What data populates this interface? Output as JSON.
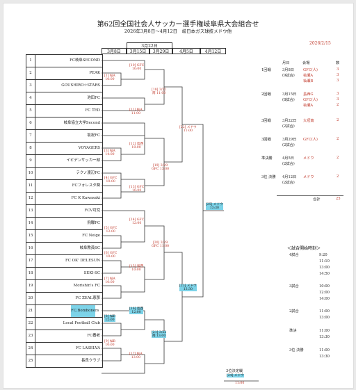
{
  "header": {
    "title": "第62回全国社会人サッカー選手権岐阜県大会組合せ",
    "subtitle": "2026年3月8日～4月12日　岐日本ガス球技メドウ他",
    "date": "2026/2/15"
  },
  "columns": {
    "group_top": "3月22日",
    "dates": [
      "3月8日",
      "3月15日",
      "3月29日",
      "4月5日",
      "4月12日"
    ]
  },
  "teams": [
    {
      "num": "1",
      "name": "FC岐阜SECOND"
    },
    {
      "num": "2",
      "name": "PEAK"
    },
    {
      "num": "3",
      "name": "GOUSHIRO☆STARS"
    },
    {
      "num": "4",
      "name": "池田FC"
    },
    {
      "num": "5",
      "name": "FC TED"
    },
    {
      "num": "6",
      "name": "岐阜協立大学Second"
    },
    {
      "num": "7",
      "name": "坂祝FC"
    },
    {
      "num": "8",
      "name": "VOYAGERS"
    },
    {
      "num": "9",
      "name": "イビデンサッカー部"
    },
    {
      "num": "10",
      "name": "テクノ渡辺FC"
    },
    {
      "num": "11",
      "name": "FCフォレスタ関"
    },
    {
      "num": "12",
      "name": "FC K Kawasaki"
    },
    {
      "num": "13",
      "name": "FCV可児"
    },
    {
      "num": "14",
      "name": "飛騨FC"
    },
    {
      "num": "15",
      "name": "FC Neige"
    },
    {
      "num": "16",
      "name": "岐阜教員SC"
    },
    {
      "num": "17",
      "name": "FC OK' DELESUN"
    },
    {
      "num": "18",
      "name": "SEKI-SC"
    },
    {
      "num": "19",
      "name": "Morishin's FC"
    },
    {
      "num": "20",
      "name": "FC ZEAL恵那"
    },
    {
      "num": "21",
      "name": "FC.Bomboners"
    },
    {
      "num": "22",
      "name": "Local Football Club"
    },
    {
      "num": "23",
      "name": "FC養老"
    },
    {
      "num": "24",
      "name": "FC LASELVA"
    },
    {
      "num": "25",
      "name": "長良クラブ"
    }
  ],
  "matches": {
    "m1": {
      "code": "[1] 杣A",
      "time": "10:00"
    },
    "m2": {
      "code": "[2] 杣A",
      "time": "12:00"
    },
    "m3": {
      "code": "[3] 杣A",
      "time": "14:00"
    },
    "m4": {
      "code": "[4] GFC",
      "time": "10:00"
    },
    "m5": {
      "code": "[5] GFC",
      "time": "12:00"
    },
    "m6": {
      "code": "[6] GFC",
      "time": "10:00"
    },
    "m7": {
      "code": "[7] 杣A",
      "time": "10:00"
    },
    "m8": {
      "code": "[8] 杣B",
      "time": "12:00"
    },
    "m9": {
      "code": "[9] 杣B",
      "time": "10:00"
    },
    "m10": {
      "code": "[10] GFC",
      "time": "10:00"
    },
    "m11": {
      "code": "[11] 杣A",
      "time": "11:00"
    },
    "m12": {
      "code": "[12] 島西",
      "time": "10:00"
    },
    "m13": {
      "code": "[13] GFC",
      "time": "10:00"
    },
    "m14": {
      "code": "[14] GFC",
      "time": "12:00"
    },
    "m15": {
      "code": "[15] 島西",
      "time": "10:00"
    },
    "m16": {
      "code": "[16] 島西",
      "time": "12:00"
    },
    "m17": {
      "code": "[17] 杣A",
      "time": "13:00"
    },
    "m18": {
      "code": "[18] 3/22",
      "time": "南 11:00"
    },
    "m19": {
      "code": "[19] 3/29",
      "time": "GFC 13:00"
    },
    "m20": {
      "code": "[20] 3/29",
      "time": "GFC 11:00"
    },
    "m21": {
      "code": "[21] 3/22",
      "time": "南 13:00"
    },
    "m22": {
      "code": "[22] メドウ",
      "time": "11:00"
    },
    "m23": {
      "code": "[23] メドウ",
      "time": "13:30"
    },
    "m25": {
      "code": "[25] メドウ",
      "time": "13:30"
    },
    "third": {
      "title": "3位決定戦",
      "code": "[24] メドウ",
      "time": "11:00"
    }
  },
  "schedule": {
    "headers": [
      "月日",
      "会場",
      "数"
    ],
    "rows": [
      {
        "round": "1回戦",
        "date": "3月8日",
        "count_games": "(9試合)",
        "venues": [
          "GFC(人)",
          "杣瀬A",
          "杣瀬B"
        ],
        "nums": [
          "3",
          "3",
          "3"
        ]
      },
      {
        "round": "2回戦",
        "date": "3月15日",
        "count_games": "(8試合)",
        "venues": [
          "島西G",
          "GFC(人)",
          "杣瀬A"
        ],
        "nums": [
          "3",
          "3",
          "2"
        ]
      },
      {
        "round": "3回戦",
        "date": "3月22日",
        "count_games": "(2試合)",
        "venues": [
          "大垣南"
        ],
        "nums": [
          "2"
        ]
      },
      {
        "round": "3回戦",
        "date": "3月29日",
        "count_games": "(2試合)",
        "venues": [
          "GFC(人)"
        ],
        "nums": [
          "2"
        ]
      },
      {
        "round": "準決勝",
        "date": "4月5日",
        "count_games": "(2試合)",
        "venues": [
          "メドウ"
        ],
        "nums": [
          "2"
        ]
      },
      {
        "round": "3位 決勝",
        "date": "4月12日",
        "count_games": "(2試合)",
        "venues": [
          "メドウ"
        ],
        "nums": [
          "2"
        ]
      }
    ],
    "total_label": "合計",
    "total": "25"
  },
  "kickoff": {
    "title": "＜試合開始時刻＞",
    "groups": [
      {
        "label": "4試合",
        "times": [
          "9:20",
          "11:10",
          "13:00",
          "14:50"
        ]
      },
      {
        "label": "3試合",
        "times": [
          "10:00",
          "12:00",
          "14:00"
        ]
      },
      {
        "label": "2試合",
        "times": [
          "11:00",
          "13:00"
        ]
      },
      {
        "label": "準決",
        "times": [
          "11:00",
          "13:30"
        ]
      },
      {
        "label": "3位 決勝",
        "times": [
          "11:00",
          "13:30"
        ]
      }
    ]
  }
}
